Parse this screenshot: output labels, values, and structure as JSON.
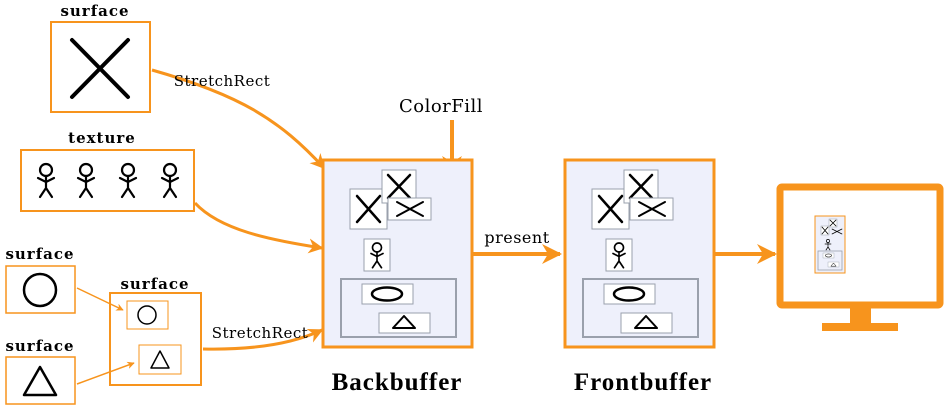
{
  "labels": {
    "surface_top": "surface",
    "texture": "texture",
    "surface_circle": "surface",
    "surface_triangle": "surface",
    "surface_combined": "surface",
    "stretchrect_top": "StretchRect",
    "stretchrect_bottom": "StretchRect",
    "colorfill": "ColorFill",
    "present": "present",
    "backbuffer": "Backbuffer",
    "frontbuffer": "Frontbuffer"
  },
  "colors": {
    "accent": "#f7941d",
    "buffer_fill": "#eef0fb",
    "buffer_inner_border": "#9aa0ac"
  },
  "icons": [
    "cross-icon",
    "stick-figure-icon",
    "circle-icon",
    "triangle-icon",
    "monitor-icon"
  ]
}
